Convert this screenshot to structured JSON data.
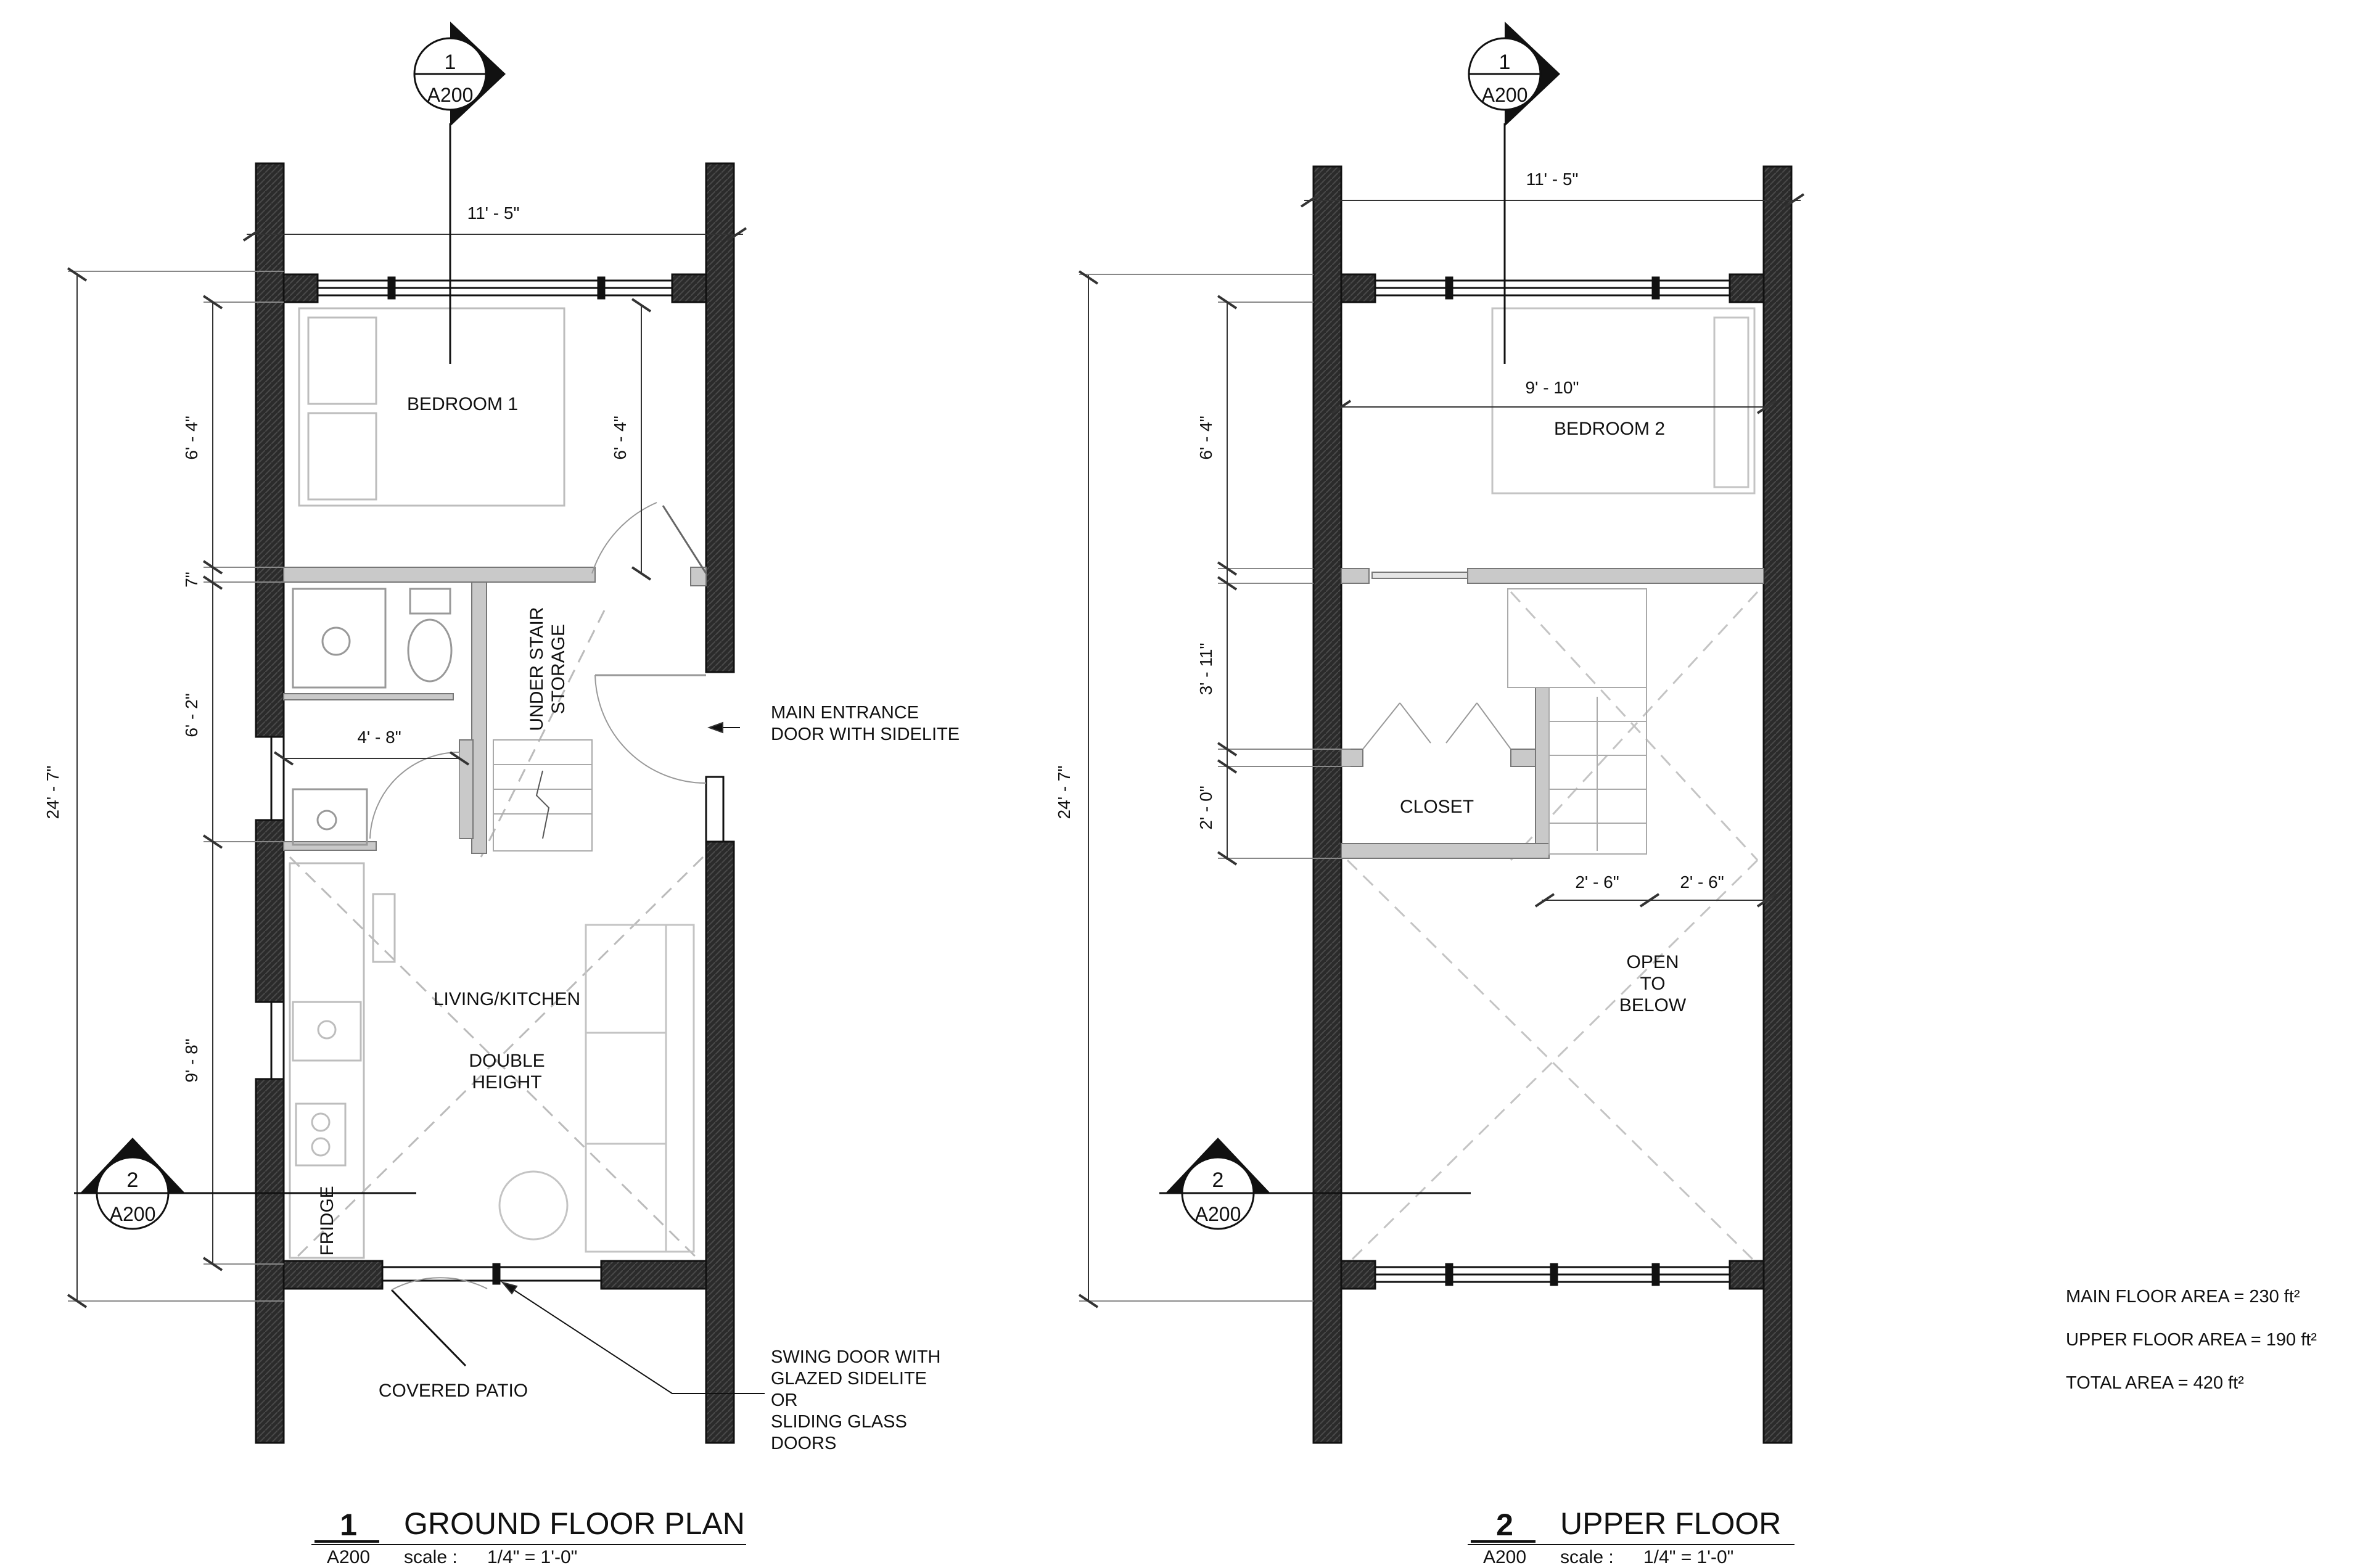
{
  "ground": {
    "section_tag": {
      "num": "1",
      "ref": "A200"
    },
    "section_tag_side": {
      "num": "2",
      "ref": "A200"
    },
    "dims": {
      "top_width": "11' - 5\"",
      "overall_height": "24' - 7\"",
      "left_bedroom": "6' - 4\"",
      "left_wall": "7\"",
      "left_bath": "6' - 2\"",
      "left_living": "9' - 8\"",
      "inner_bedroom": "6' - 4\"",
      "bath_width": "4' - 8\""
    },
    "rooms": {
      "bedroom": "BEDROOM 1",
      "under_stair_1": "UNDER STAIR",
      "under_stair_2": "STORAGE",
      "living": "LIVING/KITCHEN",
      "double_1": "DOUBLE",
      "double_2": "HEIGHT",
      "fridge": "FRIDGE",
      "patio": "COVERED PATIO"
    },
    "notes": {
      "entrance_1": "MAIN ENTRANCE",
      "entrance_2": "DOOR WITH SIDELITE",
      "swing_1": "SWING DOOR WITH",
      "swing_2": "GLAZED SIDELITE",
      "swing_3": "OR",
      "swing_4": "SLIDING GLASS",
      "swing_5": "DOORS"
    },
    "title": {
      "num": "1",
      "name": "GROUND FLOOR PLAN",
      "ref": "A200",
      "scale_label": "scale :",
      "scale": "1/4\" = 1'-0\""
    }
  },
  "upper": {
    "section_tag": {
      "num": "1",
      "ref": "A200"
    },
    "section_tag_side": {
      "num": "2",
      "ref": "A200"
    },
    "dims": {
      "top_width": "11' - 5\"",
      "inner_width": "9' - 10\"",
      "overall_height": "24' - 7\"",
      "left_bedroom": "6' - 4\"",
      "left_hall": "3' - 11\"",
      "left_closet": "2' - 0\"",
      "stair_a": "2' - 6\"",
      "stair_b": "2' - 6\""
    },
    "rooms": {
      "bedroom": "BEDROOM 2",
      "closet": "CLOSET",
      "open_1": "OPEN",
      "open_2": "TO",
      "open_3": "BELOW"
    },
    "title": {
      "num": "2",
      "name": "UPPER FLOOR",
      "ref": "A200",
      "scale_label": "scale :",
      "scale": "1/4\" = 1'-0\""
    }
  },
  "areas": {
    "main": "MAIN FLOOR AREA = 230 ft²",
    "upper": "UPPER FLOOR AREA = 190 ft²",
    "total": "TOTAL AREA = 420 ft²"
  }
}
